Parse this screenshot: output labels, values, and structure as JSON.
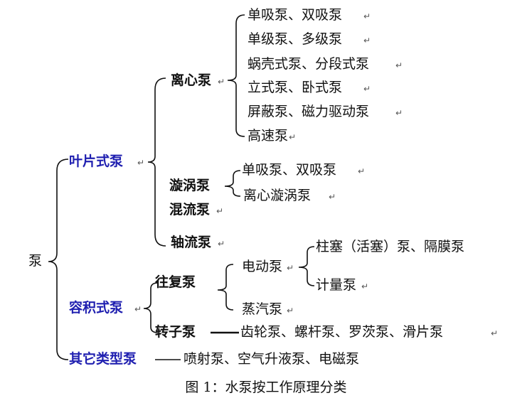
{
  "root": {
    "label": "泵"
  },
  "categories": {
    "vane": {
      "label": "叶片式泵"
    },
    "positive_displacement": {
      "label": "容积式泵"
    },
    "other": {
      "label": "其它类型泵",
      "items": "喷射泵、空气升液泵、电磁泵"
    }
  },
  "vane_types": {
    "centrifugal": {
      "label": "离心泵",
      "items": [
        "单吸泵、双吸泵",
        "单级泵、多级泵",
        "蜗壳式泵、分段式泵",
        "立式泵、卧式泵",
        "屏蔽泵、磁力驱动泵",
        "高速泵"
      ]
    },
    "vortex": {
      "label": "漩涡泵",
      "items": [
        "单吸泵、双吸泵",
        "离心漩涡泵"
      ]
    },
    "mixed_flow": {
      "label": "混流泵"
    },
    "axial_flow": {
      "label": "轴流泵"
    }
  },
  "pd_types": {
    "reciprocating": {
      "label": "往复泵",
      "electric": {
        "label": "电动泵",
        "items": [
          "柱塞（活塞）泵、隔膜泵",
          "计量泵"
        ]
      },
      "steam": {
        "label": "蒸汽泵"
      }
    },
    "rotary": {
      "label": "转子泵",
      "items": "齿轮泵、螺杆泵、罗茨泵、滑片泵"
    }
  },
  "paragraph_mark": "↵",
  "caption": "图 1：水泵按工作原理分类"
}
